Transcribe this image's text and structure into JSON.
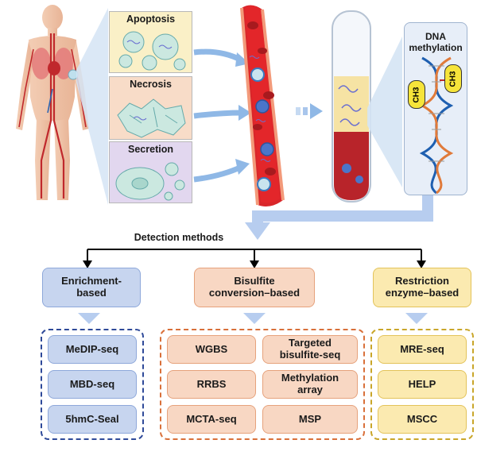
{
  "panels": {
    "apoptosis": "Apoptosis",
    "necrosis": "Necrosis",
    "secretion": "Secretion"
  },
  "dna_box": {
    "title_line1": "DNA",
    "title_line2": "methylation",
    "ch3_a": "CH3",
    "ch3_b": "CH3"
  },
  "detection_label": "Detection methods",
  "categories": {
    "enrichment": {
      "line1": "Enrichment-",
      "line2": "based"
    },
    "bisulfite": {
      "line1": "Bisulfite",
      "line2": "conversion–based"
    },
    "restriction": {
      "line1": "Restriction",
      "line2": "enzyme–based"
    }
  },
  "methods": {
    "enrichment": [
      "MeDIP-seq",
      "MBD-seq",
      "5hmC-Seal"
    ],
    "bisulfite": [
      {
        "line1": "WGBS",
        "line2": ""
      },
      {
        "line1": "Targeted",
        "line2": "bisulfite-seq"
      },
      {
        "line1": "RRBS",
        "line2": ""
      },
      {
        "line1": "Methylation",
        "line2": "array"
      },
      {
        "line1": "MCTA-seq",
        "line2": ""
      },
      {
        "line1": "MSP",
        "line2": ""
      }
    ],
    "restriction": [
      "MRE-seq",
      "HELP",
      "MSCC"
    ]
  },
  "colors": {
    "blue": "#c7d5ef",
    "orange": "#f8d7c3",
    "yellow": "#fbeab0",
    "arrow_blue": "#b7cdef",
    "vessel_red": "#d9262a"
  }
}
